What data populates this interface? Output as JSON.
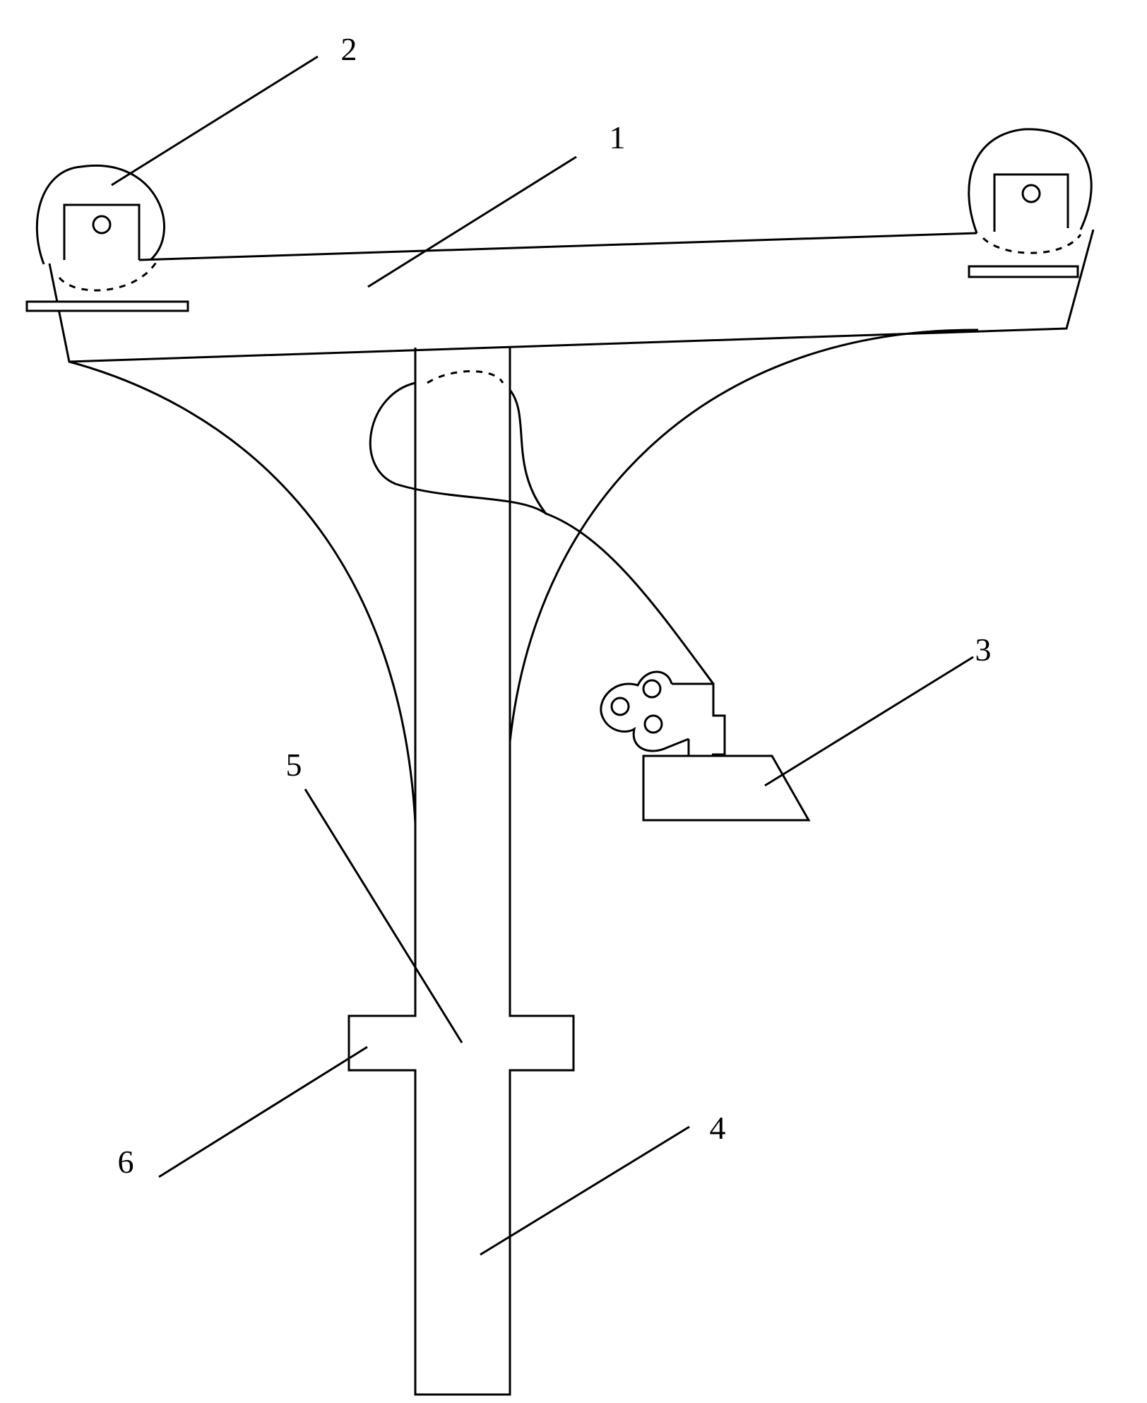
{
  "labels": {
    "l1": "1",
    "l2": "2",
    "l3": "3",
    "l4": "4",
    "l5": "5",
    "l6": "6"
  },
  "colors": {
    "stroke": "#000000",
    "background": "#ffffff"
  }
}
